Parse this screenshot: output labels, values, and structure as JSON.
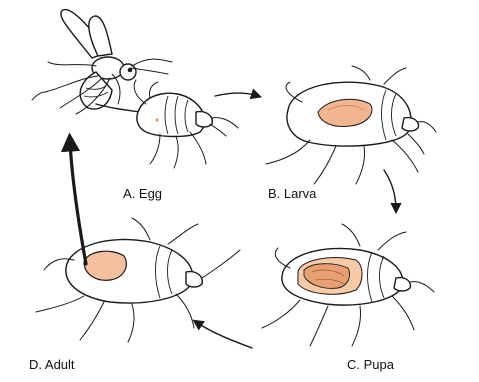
{
  "stages": {
    "egg": "A. Egg",
    "larva": "B. Larva",
    "pupa": "C. Pupa",
    "adult": "D. Adult"
  },
  "colors": {
    "ink": "#1a1a1a",
    "larva_fill": "#f2b591",
    "cocoon_fill": "#f7cba8",
    "pupa_fill": "#e8a072",
    "wasp_egg": "#f0a070"
  },
  "icons": {
    "wasp": "parasitoid-wasp-icon",
    "aphid": "aphid-icon",
    "arrow": "cycle-arrow-icon"
  }
}
